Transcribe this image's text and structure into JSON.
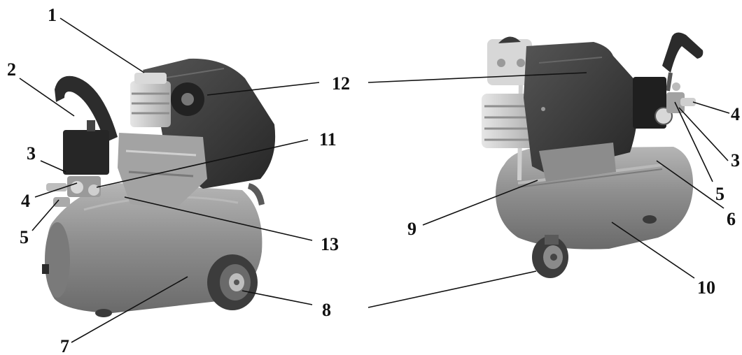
{
  "labels": [
    {
      "id": "left-1",
      "text": "1"
    },
    {
      "id": "left-2",
      "text": "2"
    },
    {
      "id": "left-3",
      "text": "3"
    },
    {
      "id": "left-4",
      "text": "4"
    },
    {
      "id": "left-5",
      "text": "5"
    },
    {
      "id": "left-7",
      "text": "7"
    },
    {
      "id": "left-8",
      "text": "8"
    },
    {
      "id": "left-11",
      "text": "11"
    },
    {
      "id": "left-12",
      "text": "12"
    },
    {
      "id": "left-13",
      "text": "13"
    },
    {
      "id": "right-4",
      "text": "4"
    },
    {
      "id": "right-3",
      "text": "3"
    },
    {
      "id": "right-5",
      "text": "5"
    },
    {
      "id": "right-6",
      "text": "6"
    },
    {
      "id": "right-9",
      "text": "9"
    },
    {
      "id": "right-10",
      "text": "10"
    }
  ],
  "colors": {
    "tank": "#8f8f8f",
    "tank_shadow": "#6e6e6e",
    "motor_cover": "#3a3a3a",
    "cylinder": "#c9c9c9",
    "wheel": "#4a4a4a",
    "hub": "#bdbdbd",
    "line": "#111111"
  }
}
